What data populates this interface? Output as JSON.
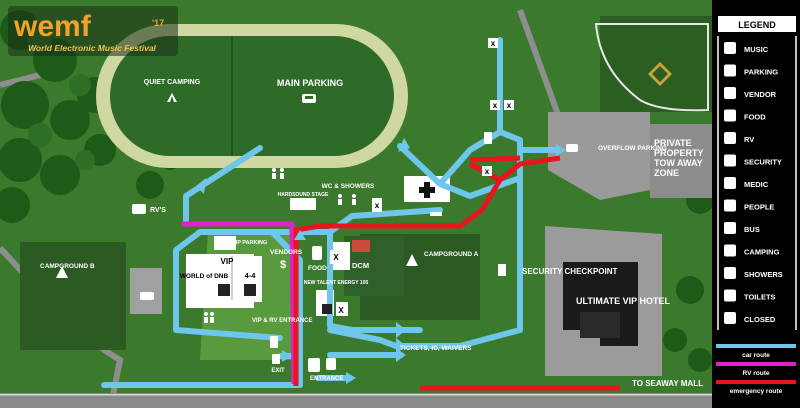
{
  "logo": {
    "brand": "wemf",
    "year": "'17",
    "tagline": "World Electronic Music Festival"
  },
  "areas": {
    "quiet_camping": "QUIET CAMPING",
    "main_parking": "MAIN PARKING",
    "overflow_parking": "OVERFLOW PARKING",
    "private_property": "PRIVATE PROPERTY TOW AWAY ZONE",
    "private_lines": [
      "PRIVATE",
      "PROPERTY",
      "TOW AWAY",
      "ZONE"
    ],
    "rvs": "RV'S",
    "wc_showers": "WC & SHOWERS",
    "hardsound_stage": "HARDSOUND STAGE",
    "vip_parking": "VIP PARKING",
    "vendors": "VENDORS",
    "vip": "VIP",
    "world_of_dnb": "WORLD of DNB",
    "stage_44": "4-4",
    "food": "FOOD",
    "dcm": "DCM",
    "campground_a": "CAMPGROUND A",
    "campground_b": "CAMPGROUND B",
    "new_talent": "NEW TALENT ENERGY 105",
    "vip_rv_entrance": "VIP & RV ENTRANCE",
    "exit": "EXIT",
    "entrance": "ENTRANCE",
    "tickets": "TICKETS, ID, WAIVERS",
    "security_checkpoint": "SECURITY CHECKPOINT",
    "ultimate_vip_hotel": "ULTIMATE VIP HOTEL",
    "to_seaway_mall": "TO SEAWAY MALL",
    "campground_a_letter": "A",
    "campground_b_letter": "B"
  },
  "legend": {
    "title": "LEGEND",
    "items": [
      {
        "label": "MUSIC",
        "icon": "music-icon"
      },
      {
        "label": "PARKING",
        "icon": "car-icon"
      },
      {
        "label": "VENDOR",
        "icon": "dollar-icon"
      },
      {
        "label": "FOOD",
        "icon": "food-icon"
      },
      {
        "label": "RV",
        "icon": "rv-icon"
      },
      {
        "label": "SECURITY",
        "icon": "security-icon"
      },
      {
        "label": "MEDIC",
        "icon": "medic-cross-icon"
      },
      {
        "label": "PEOPLE",
        "icon": "people-icon"
      },
      {
        "label": "BUS",
        "icon": "bus-icon"
      },
      {
        "label": "CAMPING",
        "icon": "tent-icon"
      },
      {
        "label": "SHOWERS",
        "icon": "shower-icon"
      },
      {
        "label": "TOILETS",
        "icon": "toilet-icon"
      },
      {
        "label": "CLOSED",
        "icon": "closed-x-icon"
      }
    ],
    "routes": [
      {
        "label": "car route",
        "color": "#6ec6ea"
      },
      {
        "label": "RV route",
        "color": "#e020c8"
      },
      {
        "label": "emergency route",
        "color": "#e8141e"
      }
    ]
  }
}
